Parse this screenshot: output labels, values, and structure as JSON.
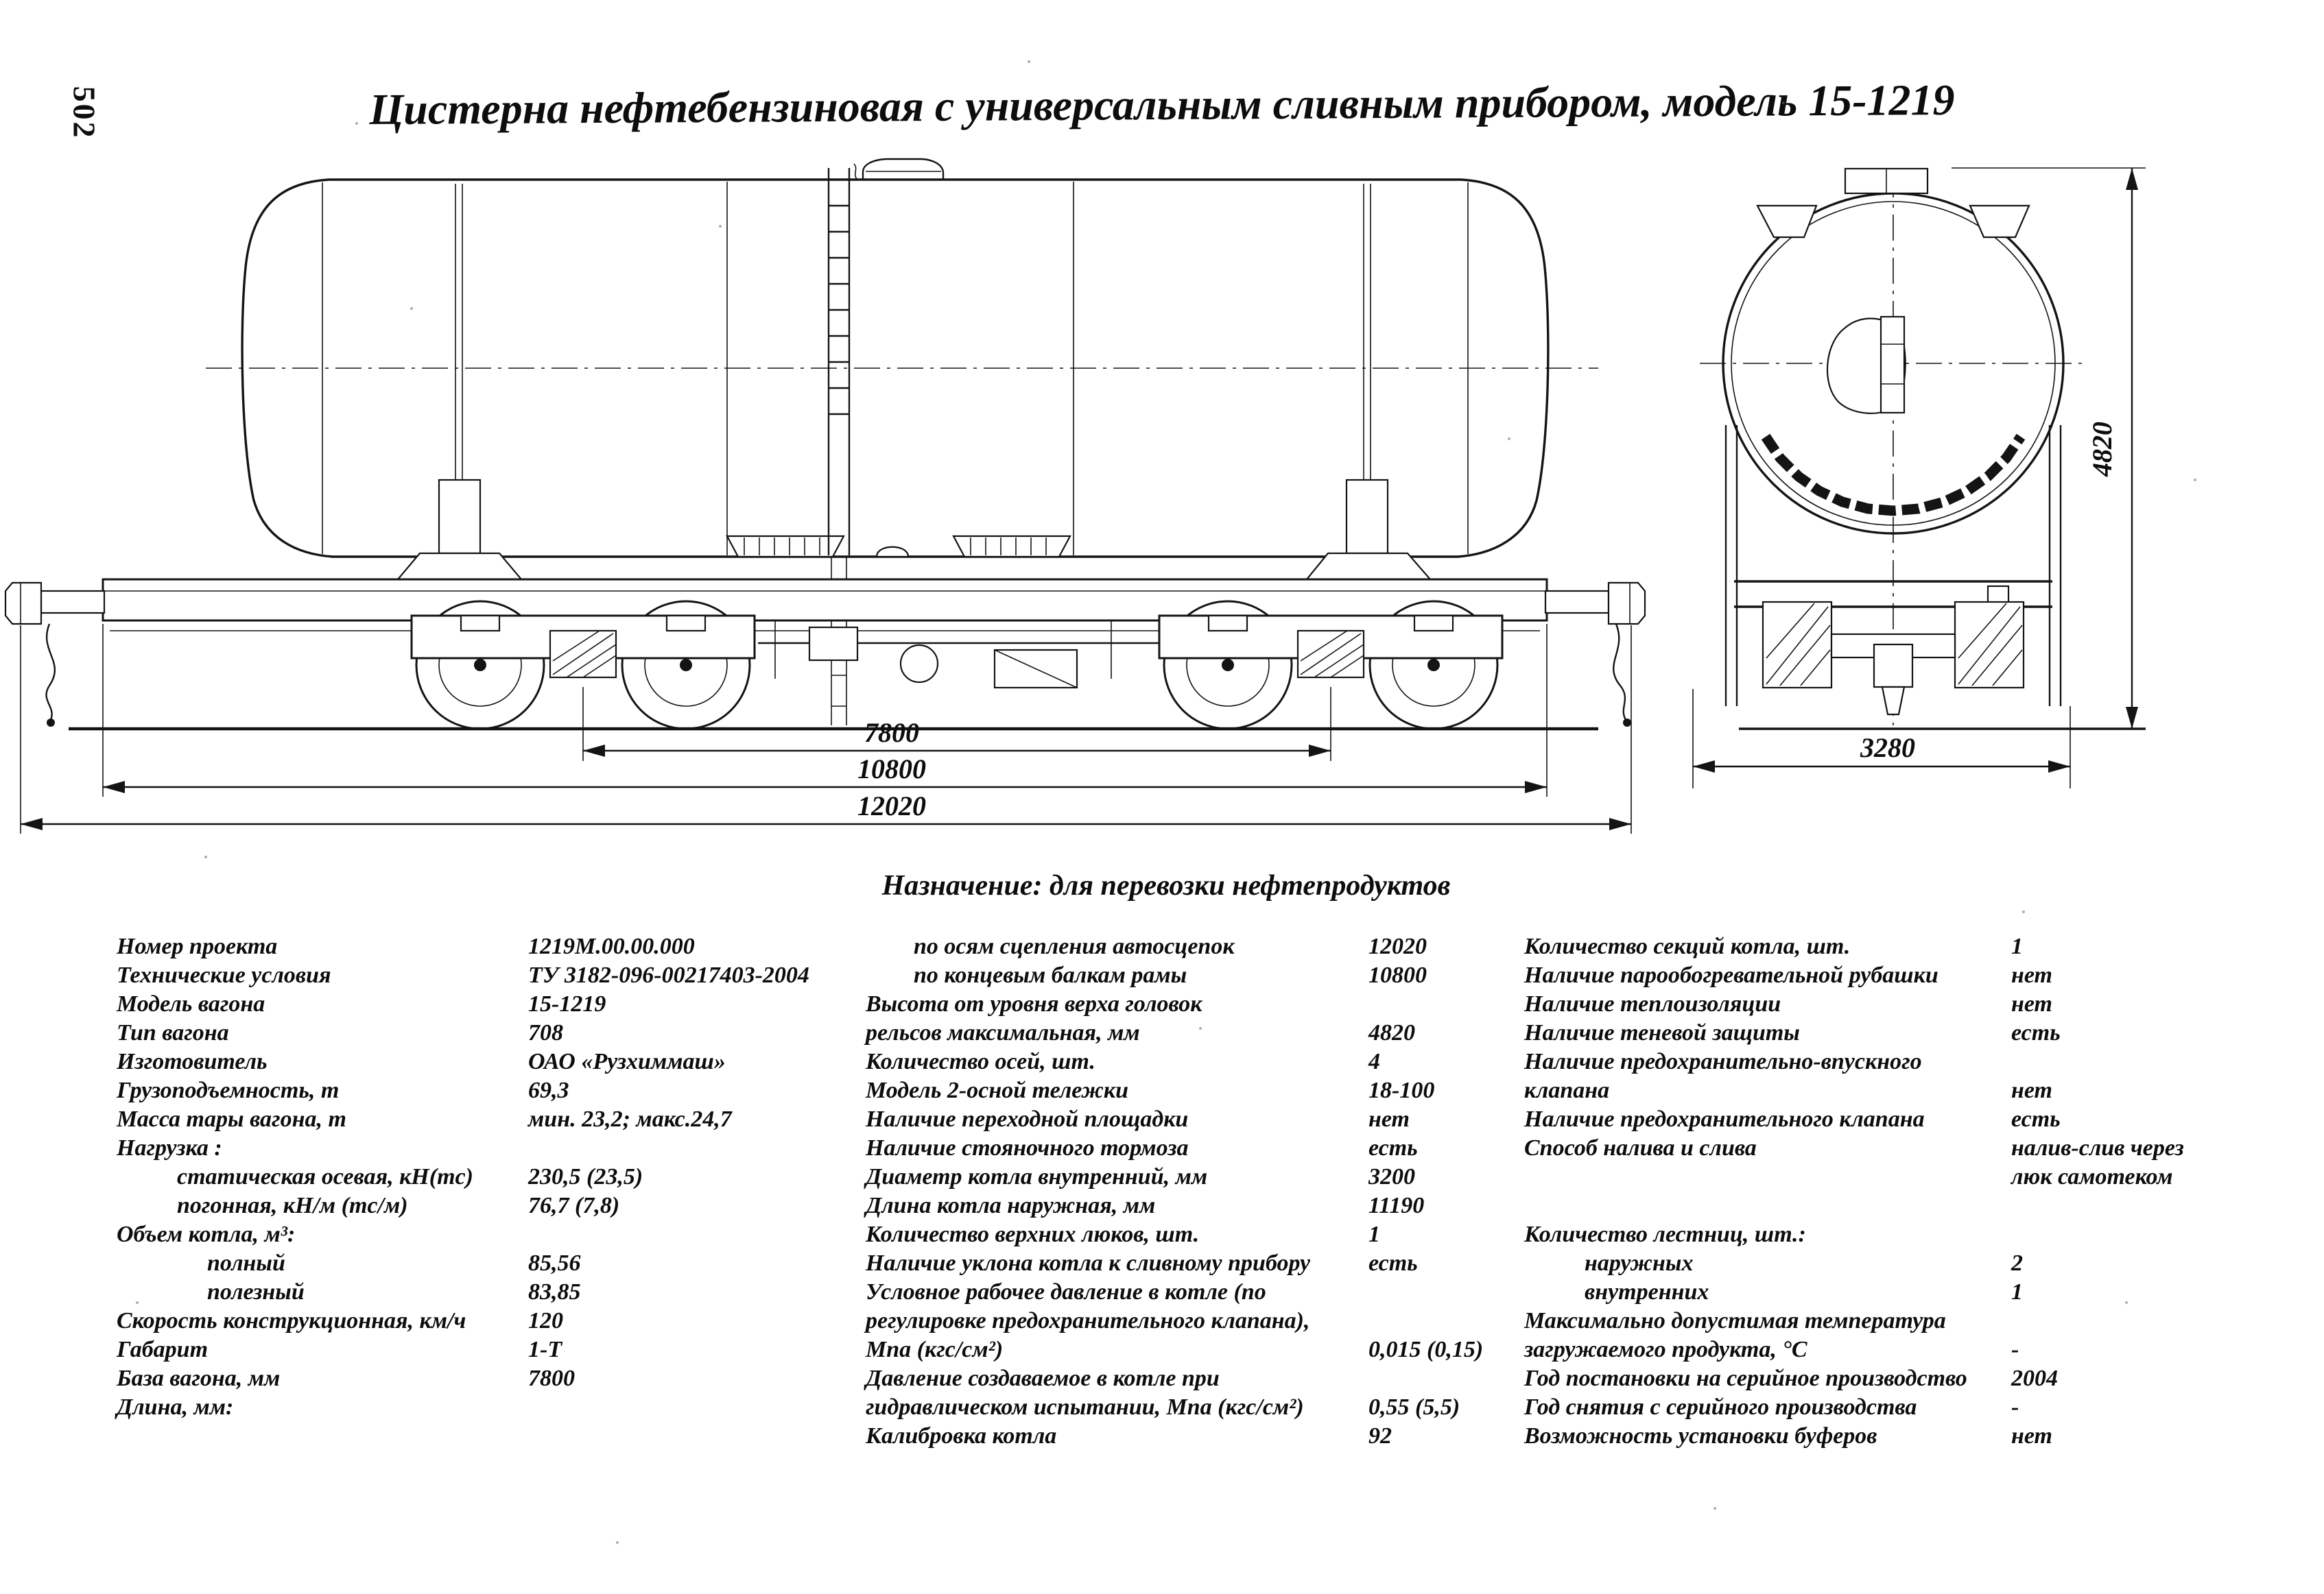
{
  "page": {
    "number": "502",
    "title": "Цистерна нефтебензиновая с универсальным сливным прибором, модель 15-1219",
    "purpose": "Назначение: для перевозки нефтепродуктов"
  },
  "drawing": {
    "dim_bogie_base": "7800",
    "dim_frame_length": "10800",
    "dim_coupler_length": "12020",
    "dim_height": "4820",
    "dim_width": "3280"
  },
  "specs": {
    "left": [
      {
        "label": "Номер проекта",
        "value": "1219М.00.00.000"
      },
      {
        "label": "Технические условия",
        "value": "ТУ 3182-096-00217403-2004"
      },
      {
        "label": "Модель вагона",
        "value": "15-1219"
      },
      {
        "label": "Тип вагона",
        "value": "708"
      },
      {
        "label": "Изготовитель",
        "value": "ОАО «Рузхиммаш»"
      },
      {
        "label": "Грузоподъемность, т",
        "value": "69,3"
      },
      {
        "label": "Масса тары вагона, т",
        "value": "мин. 23,2; макс.24,7"
      },
      {
        "label": "Нагрузка :",
        "value": ""
      },
      {
        "label": "статическая осевая, кН(тс)",
        "value": "230,5 (23,5)",
        "indent": 1
      },
      {
        "label": "погонная, кН/м (тс/м)",
        "value": "76,7 (7,8)",
        "indent": 1
      },
      {
        "label": "Объем котла, м³:",
        "value": ""
      },
      {
        "label": "полный",
        "value": "85,56",
        "indent": 2
      },
      {
        "label": "полезный",
        "value": "83,85",
        "indent": 2
      },
      {
        "label": "Скорость конструкционная, км/ч",
        "value": "120"
      },
      {
        "label": "Габарит",
        "value": "1-Т"
      },
      {
        "label": "База вагона, мм",
        "value": "7800"
      },
      {
        "label": "Длина, мм:",
        "value": ""
      }
    ],
    "middle": [
      {
        "label": "по осям сцепления автосцепок",
        "value": "12020",
        "indent": 1
      },
      {
        "label": "по концевым балкам рамы",
        "value": "10800",
        "indent": 1
      },
      {
        "label": "Высота от уровня верха головок",
        "value": ""
      },
      {
        "label": "рельсов максимальная, мм",
        "value": "4820"
      },
      {
        "label": "Количество осей, шт.",
        "value": "4"
      },
      {
        "label": "Модель 2-осной тележки",
        "value": "18-100"
      },
      {
        "label": "Наличие переходной площадки",
        "value": "нет"
      },
      {
        "label": "Наличие стояночного тормоза",
        "value": "есть"
      },
      {
        "label": "Диаметр котла внутренний, мм",
        "value": "3200"
      },
      {
        "label": "Длина котла наружная, мм",
        "value": "11190"
      },
      {
        "label": "Количество верхних люков, шт.",
        "value": "1"
      },
      {
        "label": "Наличие уклона котла к сливному прибору",
        "value": "есть"
      },
      {
        "label": "Условное рабочее давление в котле (по",
        "value": ""
      },
      {
        "label": "регулировке предохранительного клапана),",
        "value": ""
      },
      {
        "label": "Мпа (кгс/см²)",
        "value": "0,015 (0,15)"
      },
      {
        "label": "Давление создаваемое в котле при",
        "value": ""
      },
      {
        "label": "гидравлическом испытании, Мпа (кгс/см²)",
        "value": "0,55 (5,5)"
      },
      {
        "label": "Калибровка котла",
        "value": "92"
      }
    ],
    "right": [
      {
        "label": "Количество секций котла, шт.",
        "value": "1"
      },
      {
        "label": "Наличие парообогревательной рубашки",
        "value": "нет"
      },
      {
        "label": "Наличие теплоизоляции",
        "value": "нет"
      },
      {
        "label": "Наличие теневой защиты",
        "value": "есть"
      },
      {
        "label": "Наличие предохранительно-впускного",
        "value": ""
      },
      {
        "label": "клапана",
        "value": "нет"
      },
      {
        "label": "Наличие предохранительного клапана",
        "value": "есть"
      },
      {
        "label": "Способ налива и слива",
        "value": "налив-слив через"
      },
      {
        "label": "",
        "value": "люк самотеком"
      },
      {
        "label": "",
        "value": ""
      },
      {
        "label": "Количество лестниц, шт.:",
        "value": ""
      },
      {
        "label": "наружных",
        "value": "2",
        "indent": 1
      },
      {
        "label": "внутренних",
        "value": "1",
        "indent": 1
      },
      {
        "label": "Максимально допустимая температура",
        "value": ""
      },
      {
        "label": "загружаемого продукта,  °С",
        "value": "-"
      },
      {
        "label": "Год постановки на серийное производство",
        "value": "2004"
      },
      {
        "label": "Год снятия с серийного производства",
        "value": "-"
      },
      {
        "label": "Возможность установки буферов",
        "value": "нет"
      }
    ]
  }
}
